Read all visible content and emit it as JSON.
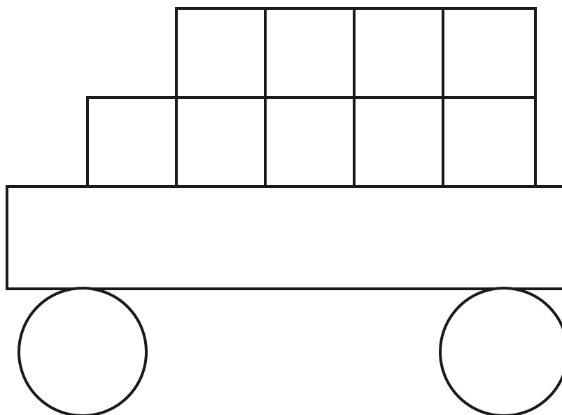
{
  "diagram": {
    "subject": "wagon",
    "stroke_color": "#1a1a1a",
    "fill_color": "#ffffff",
    "cargo_blocks": {
      "top_row_count": 4,
      "bottom_row_count": 5
    },
    "wheel_count": 2
  }
}
